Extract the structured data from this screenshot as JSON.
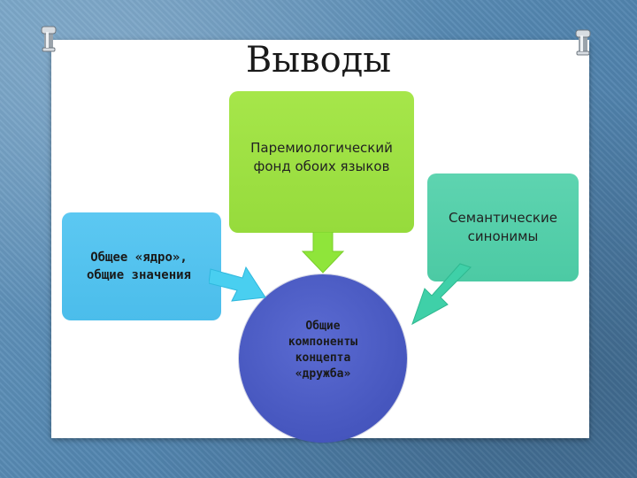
{
  "slide": {
    "title": "Выводы"
  },
  "nodes": {
    "fund": {
      "line1": "Паремиологический",
      "line2": "фонд обоих языков"
    },
    "synonyms": {
      "line1": "Семантические",
      "line2": "синонимы"
    },
    "core": {
      "line1": "Общее «ядро»,",
      "line2": "общие значения"
    },
    "center": {
      "line1": "Общие",
      "line2": "компоненты",
      "line3": "концепта",
      "line4": "«дружба»"
    }
  },
  "colors": {
    "background": "#5f8fb6",
    "green_box": "#9be041",
    "teal_box": "#52cea9",
    "blue_box": "#52c2ee",
    "circle": "#4656be",
    "arrow_green": "#8fe53a",
    "arrow_cyan": "#49cff0",
    "arrow_teal": "#3fd0a8"
  },
  "icons": {
    "left_pin": "pushpin-icon",
    "right_pin": "pushpin-icon"
  }
}
